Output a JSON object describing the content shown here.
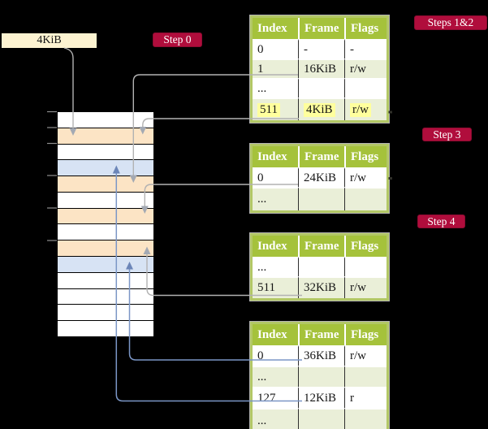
{
  "frame_box": {
    "label": "4KiB"
  },
  "badges": {
    "step0": "Step 0",
    "steps12": "Steps 1&2",
    "step3": "Step 3",
    "step4": "Step 4"
  },
  "headers": [
    "Index",
    "Frame",
    "Flags"
  ],
  "tables": [
    {
      "id": "table1",
      "rows": [
        [
          "0",
          "-",
          "-"
        ],
        [
          "1",
          "16KiB",
          "r/w"
        ],
        [
          "...",
          "",
          ""
        ],
        [
          "511",
          "4KiB",
          "r/w"
        ]
      ],
      "highlighted_row": 3
    },
    {
      "id": "table2",
      "rows": [
        [
          "0",
          "24KiB",
          "r/w"
        ],
        [
          "...",
          "",
          ""
        ]
      ]
    },
    {
      "id": "table3",
      "rows": [
        [
          "...",
          "",
          ""
        ],
        [
          "511",
          "32KiB",
          "r/w"
        ]
      ]
    },
    {
      "id": "table4",
      "rows": [
        [
          "0",
          "36KiB",
          "r/w"
        ],
        [
          "...",
          "",
          ""
        ],
        [
          "127",
          "12KiB",
          "r"
        ],
        [
          "...",
          "",
          ""
        ]
      ]
    }
  ],
  "memory": {
    "frames": [
      "white",
      "peach",
      "white",
      "blue",
      "peach",
      "white",
      "peach",
      "white",
      "peach",
      "blue",
      "white",
      "white",
      "white",
      "white"
    ]
  },
  "connections": [
    {
      "from": "frame-box-4KiB",
      "to": "memory-frame-2",
      "color": "gray"
    },
    {
      "from": "table1-row-1",
      "to": "memory-frame-5",
      "color": "gray"
    },
    {
      "from": "table1-row-511",
      "to": "memory-frame-2",
      "color": "gray"
    },
    {
      "from": "table2-row-0",
      "to": "memory-frame-7",
      "color": "gray"
    },
    {
      "from": "table3-row-511",
      "to": "memory-frame-9",
      "color": "gray"
    },
    {
      "from": "table4-row-0",
      "to": "memory-frame-10",
      "color": "blue"
    },
    {
      "from": "table4-row-127",
      "to": "memory-frame-4",
      "color": "blue"
    }
  ],
  "colors": {
    "badge_red": "#b00d3c",
    "header_green": "#a5c23b",
    "row_green": "#eaefd8",
    "highlight_yellow": "#ffff9d",
    "frame_peach": "#fce4c5",
    "frame_blue": "#d7e3f4",
    "label_cream": "#fdf3d1",
    "arrow_gray": "#b2b2b2",
    "arrow_blue": "#7b96c6"
  }
}
